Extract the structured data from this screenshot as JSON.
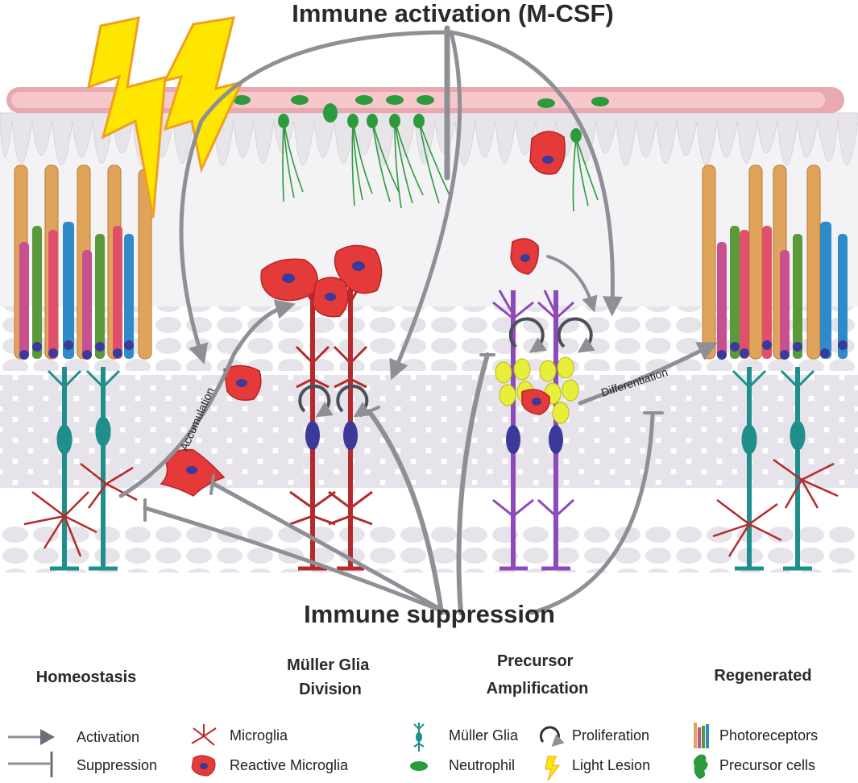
{
  "titles": {
    "top": "Immune activation (M-CSF)",
    "bottom": "Immune suppression"
  },
  "arrow_labels": {
    "accumulation": "Accumulation",
    "differentiation": "Differentiation"
  },
  "stages": [
    {
      "lines": [
        "Homeostasis"
      ]
    },
    {
      "lines": [
        "Müller Glia",
        "Division"
      ]
    },
    {
      "lines": [
        "Precursor",
        "Amplification"
      ]
    },
    {
      "lines": [
        "Regenerated"
      ]
    }
  ],
  "legend": [
    {
      "icon": "activation-arrow",
      "label": "Activation"
    },
    {
      "icon": "suppression-bar",
      "label": "Suppression"
    },
    {
      "icon": "microglia",
      "label": "Microglia"
    },
    {
      "icon": "reactive-microglia",
      "label": "Reactive Microglia"
    },
    {
      "icon": "muller-glia",
      "label": "Müller Glia"
    },
    {
      "icon": "neutrophil",
      "label": "Neutrophil"
    },
    {
      "icon": "proliferation",
      "label": "Proliferation"
    },
    {
      "icon": "light-lesion",
      "label": "Light Lesion"
    },
    {
      "icon": "photoreceptors",
      "label": "Photoreceptors"
    },
    {
      "icon": "precursor-cells",
      "label": "Precursor cells"
    }
  ],
  "colors": {
    "arrow": "#8f8f96",
    "reactive_microglia": "#e43a3a",
    "muller_glia_teal": "#1f8f8c",
    "muller_glia_red": "#b52a2a",
    "muller_glia_purple": "#8e4ab8",
    "neutrophil": "#2e9a3e",
    "lightning": "#ffe600",
    "precursor_yellow": "#e8ef3a",
    "vessel": "#f6c8cc",
    "nucleus": "#3b3a9a"
  }
}
